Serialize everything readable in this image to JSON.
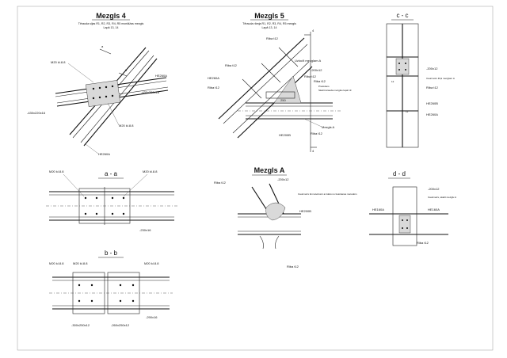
{
  "panels": {
    "mezgls4": {
      "title": "Mezgls 4",
      "subtitle": "Tērauda sijas R1, R2, R3, R4, R5 montāžas mezgls",
      "sheets": "Lapā 13, 14",
      "labels": [
        "M20 kl.8.8",
        "HE260A",
        "-430x280x16",
        "-430x220x16",
        "M20 kl.8.8",
        "HE260A"
      ],
      "cut_a": "a",
      "cut_b": "b"
    },
    "mezgls5": {
      "title": "Mezgls 5",
      "subtitle": "Tērauda rāmja R1, R2, R3, R4, R5 mezgls",
      "sheets": "Lapā 13, 14",
      "labels": [
        "Riba t12",
        "Uzlocīt mezglam A",
        "-200x12",
        "HE260A",
        "Riba t12",
        "Riba t12",
        "Riba t12",
        "Pretūdens",
        "Skatīt tērauda mezglus lapā 19",
        "HE200B",
        "Mezgls A",
        "Riba t12",
        "Riba t12",
        "250",
        "4",
        "4"
      ]
    },
    "cc": {
      "title": "c - c",
      "labels": [
        "-200x12",
        "Caurmetrs lītiņi mezglam A",
        "Riba t12",
        "HE260B",
        "HE260A",
        "12",
        "12"
      ]
    },
    "aa": {
      "title": "a - a",
      "labels": [
        "M20 kl.8.8",
        "M20 kl.8.8",
        "-230x16"
      ]
    },
    "mezglsA": {
      "title": "Mezgls A",
      "labels": [
        "Riba t12",
        "-200x12",
        "Caurmetrs lūni atvērumi ar kādu no lietošanas metodēm",
        "HE200B",
        "Riba t12"
      ]
    },
    "dd": {
      "title": "d - d",
      "labels": [
        "-200x12",
        "Caurmetrs, skatīt mezglu A",
        "HE160A",
        "HE160A",
        "Riba t12"
      ]
    },
    "bb": {
      "title": "b - b",
      "labels": [
        "M20 kl.8.8",
        "M20 kl.8.8",
        "M20 kl.8.8",
        "-300x250x12",
        "-260x250x12",
        "-290x16"
      ]
    }
  },
  "colors": {
    "line": "#222222",
    "hatch": "#d9d9d9",
    "paper": "#ffffff"
  }
}
